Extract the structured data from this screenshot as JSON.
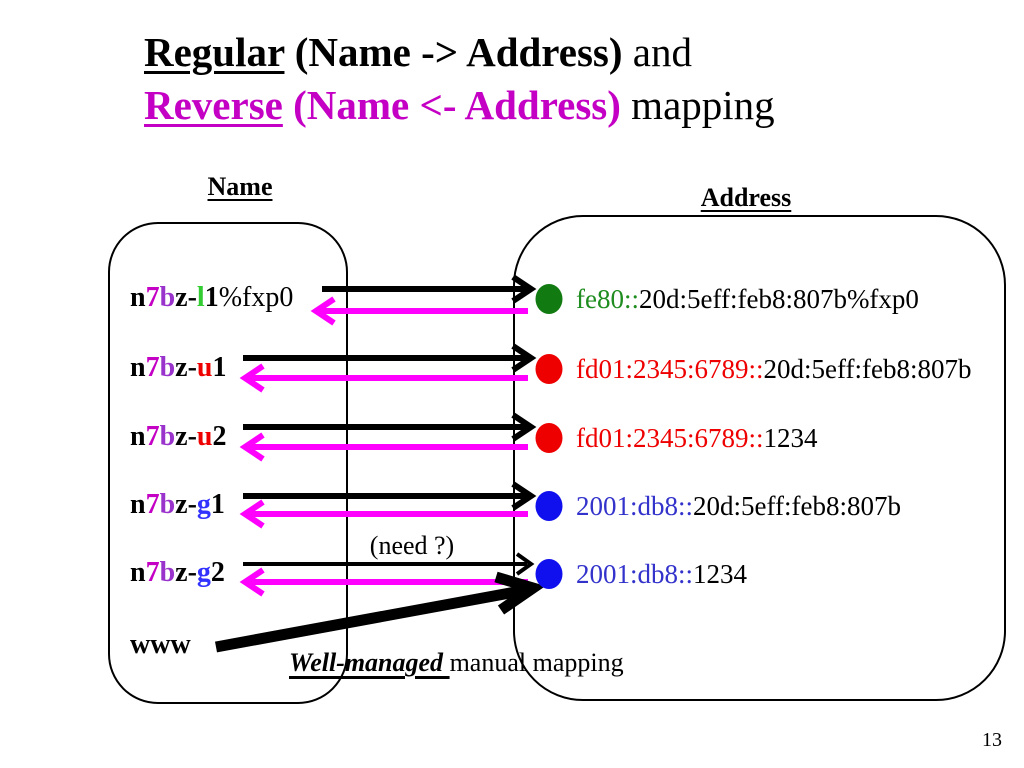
{
  "slide": {
    "page_number": "13",
    "title": {
      "line1": [
        {
          "t": "Regular",
          "b": true,
          "u": true
        },
        {
          "t": " (Name -> Address)",
          "b": true
        },
        {
          "t": " and"
        }
      ],
      "line2": [
        {
          "t": "Reverse",
          "b": true,
          "u": true,
          "c": "#C400C4"
        },
        {
          "t": " (Name <- Address)",
          "b": true,
          "c": "#C400C4"
        },
        {
          "t": " mapping"
        }
      ]
    },
    "columns": {
      "name": "Name",
      "address": "Address"
    },
    "names": [
      {
        "segments": [
          {
            "t": "n",
            "b": true
          },
          {
            "t": "7",
            "b": true,
            "c": "#C400C4"
          },
          {
            "t": "b",
            "b": true,
            "c": "#9933CC"
          },
          {
            "t": "z-",
            "b": true
          },
          {
            "t": "l",
            "b": true,
            "c": "#33CC33"
          },
          {
            "t": "1",
            "b": true
          },
          {
            "t": "%fxp0"
          }
        ]
      },
      {
        "segments": [
          {
            "t": "n",
            "b": true
          },
          {
            "t": "7",
            "b": true,
            "c": "#C400C4"
          },
          {
            "t": "b",
            "b": true,
            "c": "#9933CC"
          },
          {
            "t": "z-",
            "b": true
          },
          {
            "t": "u",
            "b": true,
            "c": "#EE0000"
          },
          {
            "t": "1",
            "b": true
          }
        ]
      },
      {
        "segments": [
          {
            "t": "n",
            "b": true
          },
          {
            "t": "7",
            "b": true,
            "c": "#C400C4"
          },
          {
            "t": "b",
            "b": true,
            "c": "#9933CC"
          },
          {
            "t": "z-",
            "b": true
          },
          {
            "t": "u",
            "b": true,
            "c": "#EE0000"
          },
          {
            "t": "2",
            "b": true
          }
        ]
      },
      {
        "segments": [
          {
            "t": "n",
            "b": true
          },
          {
            "t": "7",
            "b": true,
            "c": "#C400C4"
          },
          {
            "t": "b",
            "b": true,
            "c": "#9933CC"
          },
          {
            "t": "z-",
            "b": true
          },
          {
            "t": "g",
            "b": true,
            "c": "#3333FF"
          },
          {
            "t": "1",
            "b": true
          }
        ]
      },
      {
        "segments": [
          {
            "t": "n",
            "b": true
          },
          {
            "t": "7",
            "b": true,
            "c": "#C400C4"
          },
          {
            "t": "b",
            "b": true,
            "c": "#9933CC"
          },
          {
            "t": "z-",
            "b": true
          },
          {
            "t": "g",
            "b": true,
            "c": "#3333FF"
          },
          {
            "t": "2",
            "b": true
          }
        ]
      },
      {
        "segments": [
          {
            "t": "www",
            "b": true
          }
        ]
      }
    ],
    "addresses": [
      {
        "dot_color": "#117A11",
        "segments": [
          {
            "t": "fe80::",
            "c": "#1E8C1E"
          },
          {
            "t": "20d:5eff:feb8:807b%fxp0"
          }
        ]
      },
      {
        "dot_color": "#EE0000",
        "segments": [
          {
            "t": "fd01:2345:6789::",
            "c": "#EE0000"
          },
          {
            "t": "20d:5eff:feb8:807b"
          }
        ]
      },
      {
        "dot_color": "#EE0000",
        "segments": [
          {
            "t": "fd01:2345:6789::",
            "c": "#EE0000"
          },
          {
            "t": "1234"
          }
        ]
      },
      {
        "dot_color": "#1010EE",
        "segments": [
          {
            "t": "2001:db8::",
            "c": "#3333CC"
          },
          {
            "t": "20d:5eff:feb8:807b"
          }
        ]
      },
      {
        "dot_color": "#1010EE",
        "segments": [
          {
            "t": "2001:db8::",
            "c": "#3333CC"
          },
          {
            "t": "1234"
          }
        ]
      }
    ],
    "need_label": "(need ?)",
    "bottom_note": [
      {
        "t": "Well-managed ",
        "b": true,
        "i": true,
        "u": true
      },
      {
        "t": " manual mapping"
      }
    ],
    "colors": {
      "forward_arrow": "#000000",
      "reverse_arrow": "#FF00FF"
    }
  }
}
